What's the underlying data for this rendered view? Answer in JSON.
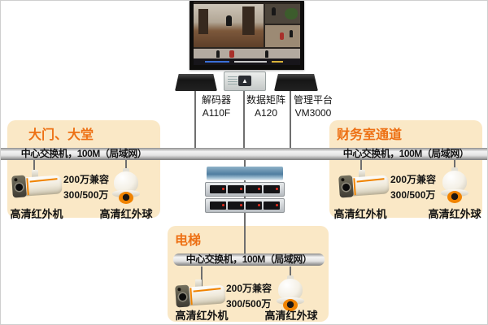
{
  "diagram": {
    "type": "surveillance-network-topology"
  },
  "colors": {
    "zone_background": "#FAE8C6",
    "zone_title_orange": "#ED7014",
    "bus_gray": "#C9C9C9",
    "line_gray": "#6F6F6F",
    "camera_accent_orange": "#F08300",
    "rack_blue": "#4F7DA0"
  },
  "devices": [
    {
      "name": "解码器",
      "model": "A110F"
    },
    {
      "name": "数据矩阵",
      "model": "A120"
    },
    {
      "name": "管理平台",
      "model": "VM3000"
    }
  ],
  "backbone": {
    "left_label": "中心交换机，100M（局域网）",
    "right_label": "中心交换机，100M（局域网）"
  },
  "zones": [
    {
      "title": "大门、大堂",
      "spec1": "200万兼容",
      "spec2": "300/500万",
      "bullet_camera_label": "高清红外机",
      "dome_camera_label": "高清红外球"
    },
    {
      "title": "财务室通道",
      "spec1": "200万兼容",
      "spec2": "300/500万",
      "bullet_camera_label": "高清红外机",
      "dome_camera_label": "高清红外球"
    },
    {
      "title": "电梯",
      "switch_label": "中心交换机，100M（局域网）",
      "spec1": "200万兼容",
      "spec2": "300/500万",
      "bullet_camera_label": "高清红外机",
      "dome_camera_label": "高清红外球"
    }
  ]
}
